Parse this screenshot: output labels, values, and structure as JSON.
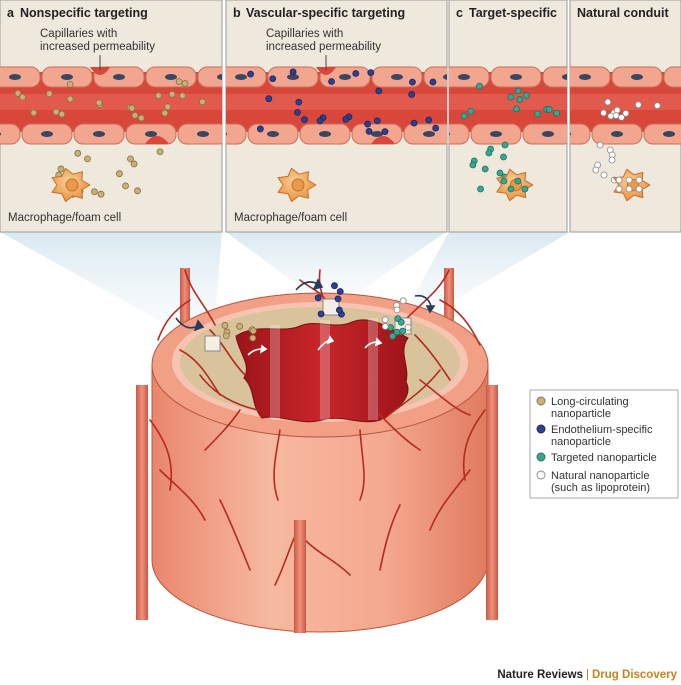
{
  "panels": [
    {
      "letter": "a",
      "title": "Nonspecific targeting",
      "capillary_label": [
        "Capillaries with",
        "increased permeability"
      ],
      "cell_label": "Macrophage/foam cell"
    },
    {
      "letter": "b",
      "title": "Vascular-specific targeting",
      "capillary_label": [
        "Capillaries with",
        "increased permeability"
      ],
      "cell_label": "Macrophage/foam cell"
    },
    {
      "letter": "c",
      "title": "Target-specific",
      "capillary_label": [],
      "cell_label": ""
    },
    {
      "letter": "",
      "title": "Natural conduit",
      "capillary_label": [],
      "cell_label": ""
    }
  ],
  "legend": [
    {
      "lines": [
        "Long-circulating",
        "nanoparticle"
      ],
      "color": "#c9b07a",
      "stroke": "#8a7040"
    },
    {
      "lines": [
        "Endothelium-specific",
        "nanoparticle"
      ],
      "color": "#2e3f8f",
      "stroke": "#1a2560"
    },
    {
      "lines": [
        "Targeted nanoparticle"
      ],
      "color": "#3aa590",
      "stroke": "#1f7060"
    },
    {
      "lines": [
        "Natural nanoparticle",
        "(such as lipoprotein)"
      ],
      "color": "#ffffff",
      "stroke": "#888888"
    }
  ],
  "credit": {
    "journal": "Nature Reviews",
    "separator": "|",
    "section": "Drug Discovery"
  },
  "colors": {
    "vessel_red": "#d9473b",
    "endothelial": "#f2a58f",
    "panel_bg": "#efe8dc",
    "macrophage": "#f0a55a",
    "artery_wall": "#f3a58b",
    "lumen": "#b51d22",
    "plaque": "#d8c39c"
  }
}
